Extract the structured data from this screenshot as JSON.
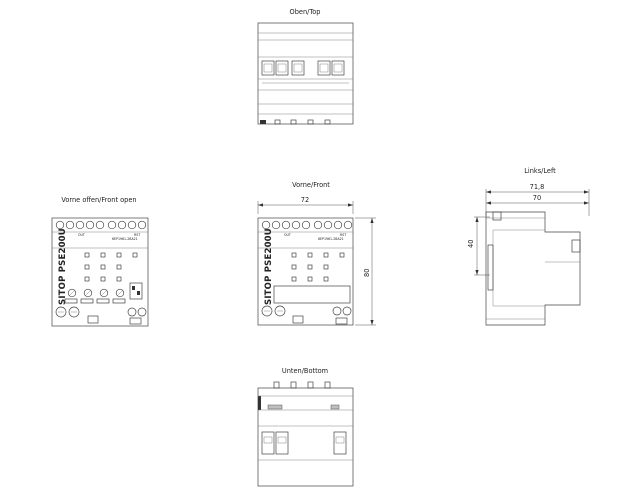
{
  "views": {
    "top": {
      "title": "Oben/Top"
    },
    "front_open": {
      "title": "Vorne offen/Front open"
    },
    "front": {
      "title": "Vorne/Front"
    },
    "left": {
      "title": "Links/Left"
    },
    "bottom": {
      "title": "Unten/Bottom"
    }
  },
  "device": {
    "brand": "SITOP PSE200U",
    "order_number": "6EP1961-2BA21",
    "terminal_label": "OUT",
    "terminal_label_right": "RST"
  },
  "dimensions": {
    "front_width": "72",
    "front_height": "80",
    "side_depth_overall": "71,8",
    "side_depth": "70",
    "side_height": "40"
  },
  "colors": {
    "line": "#444444",
    "background": "#ffffff"
  }
}
